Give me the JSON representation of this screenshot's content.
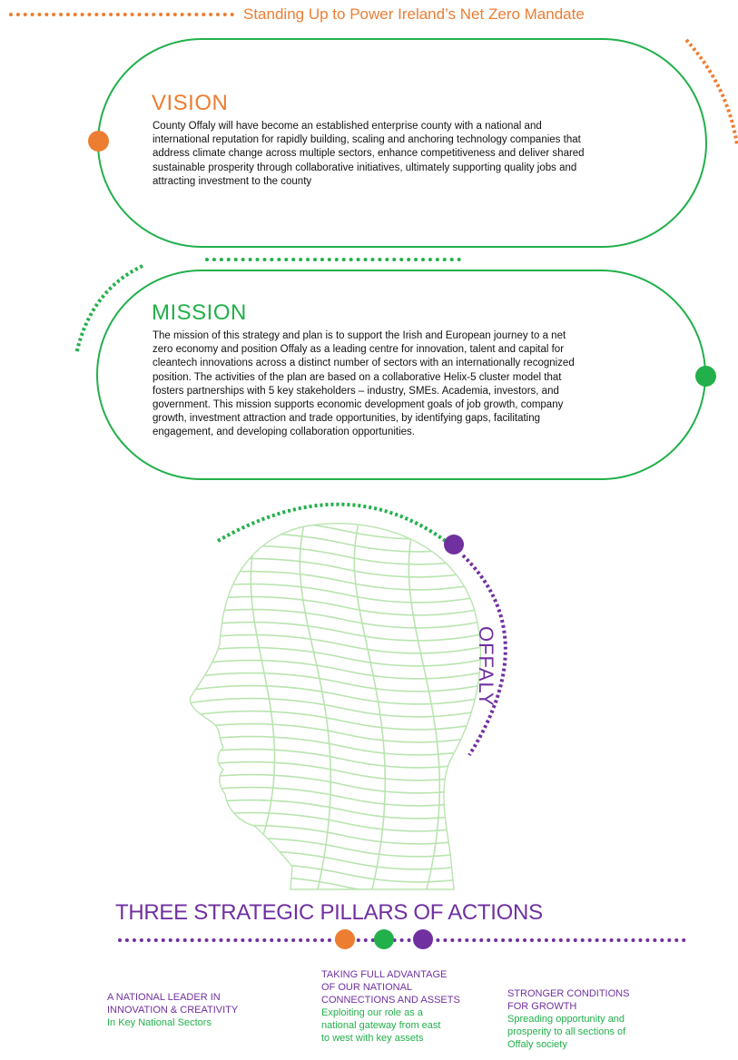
{
  "header": {
    "title": "Standing Up to Power Ireland’s Net Zero Mandate"
  },
  "vision": {
    "title": "VISION",
    "lines": [
      "County Offaly will have become an established enterprise county with a national and",
      "international reputation for rapidly building, scaling  and anchoring technology companies that",
      "address climate change across multiple sectors, enhance competitiveness and deliver shared",
      "sustainable prosperity through collaborative initiatives, ultimately supporting quality jobs and",
      "attracting investment to the county"
    ]
  },
  "mission": {
    "title": "MISSION",
    "lines": [
      "The mission of this strategy and plan is to support the  Irish and European journey to a net",
      "zero economy and position Offaly as a leading centre for innovation, talent and capital for",
      "cleantech innovations across a distinct number of sectors with an internationally recognized",
      "position. The activities of the plan are based on a collaborative Helix-5 cluster model that",
      "fosters partnerships with 5 key stakeholders – industry, SMEs. Academia, investors, and",
      "government. This mission supports economic development goals of job growth, company",
      "growth, investment attraction and trade opportunities, by identifying gaps, facilitating",
      "engagement, and developing collaboration opportunities."
    ]
  },
  "offaly_label": "OFFALY",
  "pillars": {
    "title": "THREE STRATEGIC PILLARS OF ACTIONS",
    "items": [
      {
        "heading": [
          "A NATIONAL LEADER IN",
          "INNOVATION & CREATIVITY"
        ],
        "sub": [
          "In Key National Sectors"
        ]
      },
      {
        "heading": [
          "TAKING FULL ADVANTAGE",
          "OF OUR NATIONAL",
          "CONNECTIONS AND ASSETS"
        ],
        "sub": [
          "Exploiting our role as a",
          "national gateway from east",
          "to west with key assets"
        ]
      },
      {
        "heading": [
          "STRONGER CONDITIONS",
          "FOR GROWTH"
        ],
        "sub": [
          "Spreading opportunity and",
          "prosperity to all sections of",
          "Offaly society"
        ]
      }
    ]
  },
  "colors": {
    "orange": "#ED7D31",
    "green": "#22B04B",
    "purple": "#7030A0",
    "head": "#B9E4AF"
  },
  "icons": {
    "head": "maze-head-illustration"
  }
}
